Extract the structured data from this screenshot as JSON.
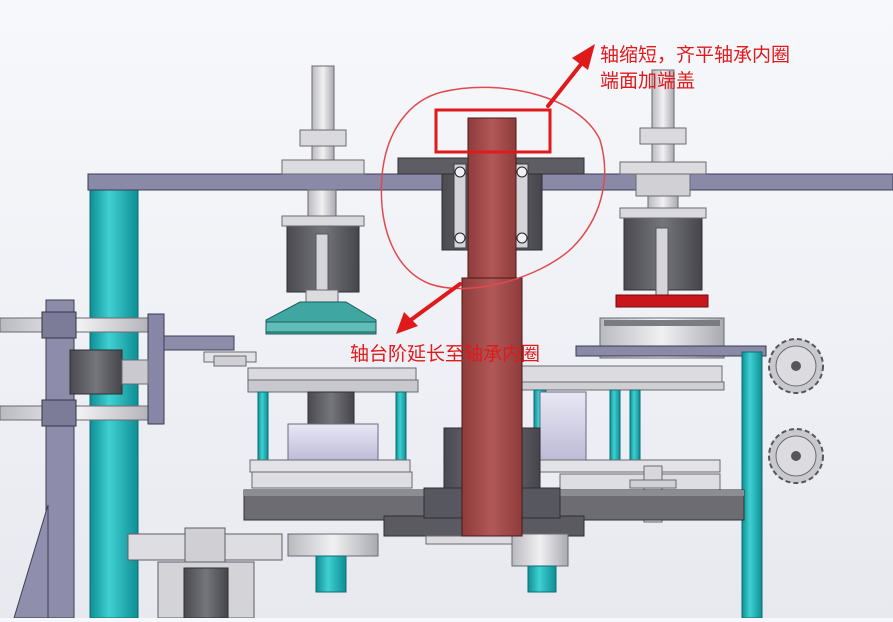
{
  "annotations": {
    "top_line1": "轴缩短，齐平轴承内圈",
    "top_line2": "端面加端盖",
    "bottom": "轴台阶延长至轴承内圈"
  },
  "colors": {
    "annotation_red": "#e0191b",
    "shaft": "#a24848",
    "frame": "#8b8aa8",
    "pillar": "#16b5b9",
    "steel_light": "#d8d8dc",
    "steel_dark": "#5c5c62"
  }
}
